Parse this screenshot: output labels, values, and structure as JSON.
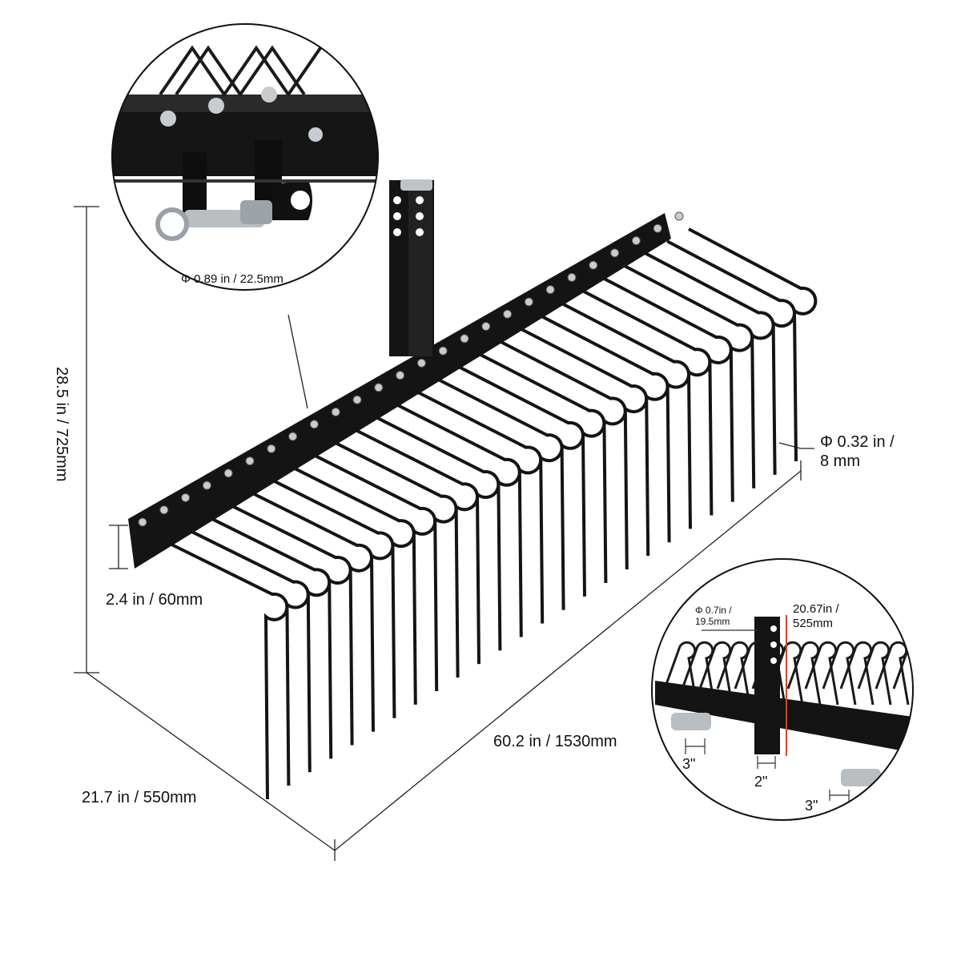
{
  "dimensions": {
    "height": "28.5 in / 725mm",
    "bar_height": "2.4 in / 60mm",
    "depth": "21.7 in / 550mm",
    "width": "60.2 in / 1530mm",
    "tine_diameter": "Φ 0.32 in /\n8 mm"
  },
  "detail_pin": {
    "pin_diameter": "Φ 0.89 in / 22.5mm"
  },
  "detail_hitch": {
    "pin_diameter": "Φ 0.7in /\n19.5mm",
    "mast_height": "20.67in /\n525mm",
    "left_gap": "3\"",
    "mast_width": "2\"",
    "right_gap": "3\""
  },
  "colors": {
    "steel": "#141414",
    "bolt": "#c8ccd0",
    "dim_line": "#222222",
    "accent_red": "#d8452c"
  },
  "tine_count": 26
}
